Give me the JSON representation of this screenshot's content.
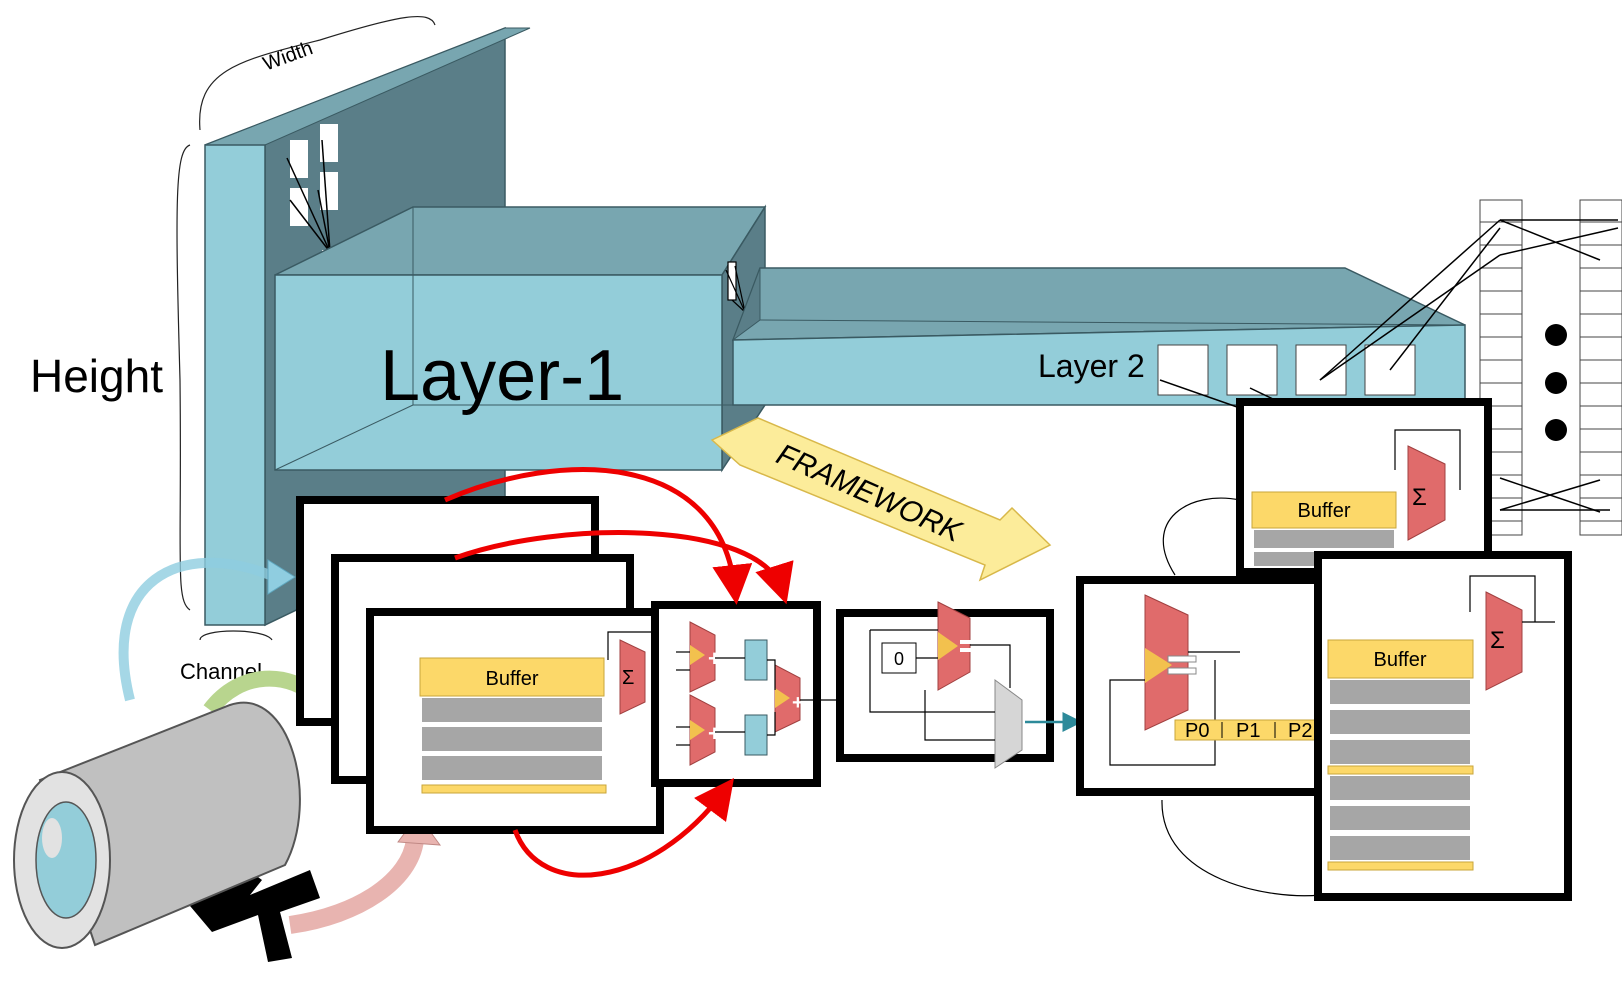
{
  "labels": {
    "width": "Width",
    "height": "Height",
    "channel": "Channel",
    "layer1": "Layer-1",
    "layer2": "Layer 2",
    "framework": "FRAMEWORK",
    "buffer_main": "Buffer",
    "buffer_top_right": "Buffer",
    "buffer_right": "Buffer",
    "zero": "0",
    "p0": "P0",
    "p1": "P1",
    "p2": "P2"
  },
  "colors": {
    "slab_front": "#93cdd9",
    "slab_side": "#5a7e88",
    "slab_top": "#78a6b0",
    "adder": "#e06b6b",
    "mux_in": "#f2c14e",
    "buffer": "#fcd869",
    "buffer_rows": "#a6a6a6",
    "reg": "#93cdd9",
    "arrow_red": "#ee0000",
    "framework_banner": "#fcec9a",
    "camera_body": "#c0c0c0",
    "lens": "#93cdd9"
  }
}
